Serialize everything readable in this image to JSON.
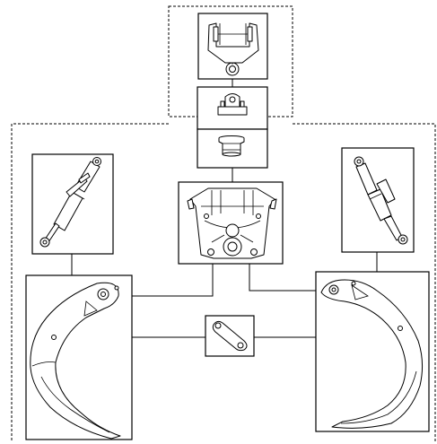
{
  "diagram": {
    "kind": "exploded-parts-diagram",
    "line_color": "#000000",
    "background": "#ffffff",
    "groups": [
      {
        "name": "top-group",
        "style": "dashed-outline"
      },
      {
        "name": "main-group",
        "style": "dashed-outline"
      }
    ],
    "parts": [
      {
        "id": "mounting-bracket",
        "icon": "bracket-clevis-icon"
      },
      {
        "id": "pivot-block",
        "icon": "pivot-block-icon"
      },
      {
        "id": "bushing",
        "icon": "bushing-icon"
      },
      {
        "id": "center-frame",
        "icon": "frame-casting-icon"
      },
      {
        "id": "left-cylinder",
        "icon": "hydraulic-cylinder-icon"
      },
      {
        "id": "right-cylinder",
        "icon": "hydraulic-cylinder-icon"
      },
      {
        "id": "left-shank",
        "icon": "ripper-shank-icon"
      },
      {
        "id": "right-shank",
        "icon": "ripper-shank-icon"
      },
      {
        "id": "link-plate",
        "icon": "link-plate-icon"
      }
    ]
  }
}
